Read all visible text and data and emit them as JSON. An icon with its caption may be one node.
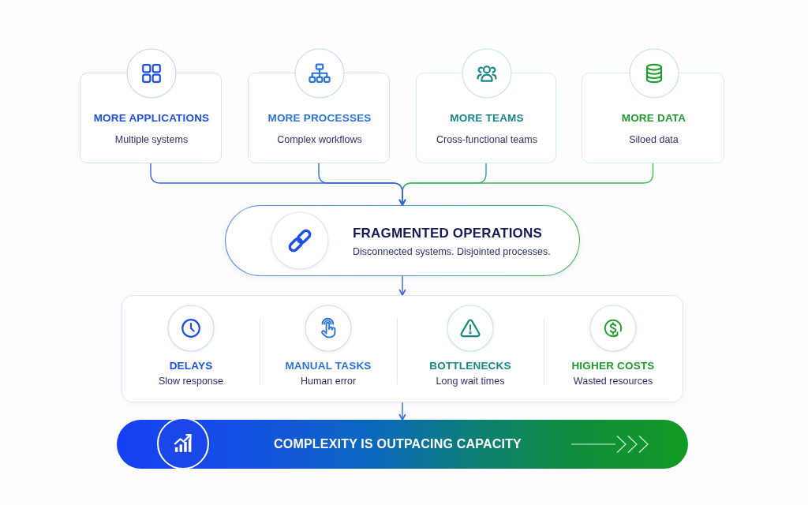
{
  "diagram": {
    "nodes": [
      {
        "text": [
          "MORE APPLICATIONS",
          "Multiple systems"
        ]
      },
      {
        "text": [
          "MORE PROCESSES",
          "Complex workflows"
        ]
      },
      {
        "text": [
          "MORE TEAMS",
          "Cross-functional teams"
        ]
      },
      {
        "text": [
          "MORE DATA",
          "Siloed data"
        ]
      },
      {
        "text": [
          "FRAGMENTED OPERATIONS",
          "Disconnected systems. Disjointed processes."
        ]
      },
      {
        "text": [],
        "shape": "box"
      },
      {
        "text": [
          "DELAYS",
          "Slow response"
        ],
        "in": 5
      },
      {
        "text": [
          "MANUAL TASKS",
          "Human error"
        ],
        "in": 5
      },
      {
        "text": [
          "BOTTLENECKS",
          "Long wait times"
        ],
        "in": 5
      },
      {
        "text": [
          "HIGHER COSTS",
          "Wasted resources"
        ],
        "in": 5
      },
      {
        "text": [
          "COMPLEXITY IS OUTPACING CAPACITY"
        ]
      }
    ],
    "edges": [
      {
        "from": 0,
        "to": 4,
        "arrow": "to"
      },
      {
        "from": 1,
        "to": 4,
        "arrow": "to"
      },
      {
        "from": 2,
        "to": 4,
        "arrow": "to",
        "color": "#2a9fb3"
      },
      {
        "from": 3,
        "to": 4,
        "arrow": "to",
        "color": "#45b652"
      },
      {
        "from": 4,
        "to": 5,
        "arrow": "to"
      },
      {
        "from": 5,
        "to": 10,
        "arrow": "to"
      }
    ]
  }
}
